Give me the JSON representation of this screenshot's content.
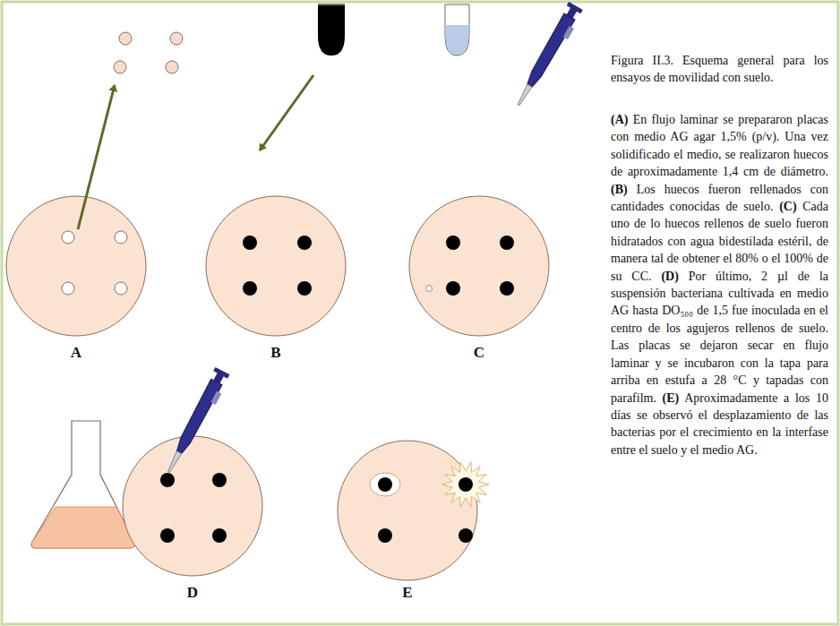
{
  "diagram": {
    "caption": "Figura II.3. Esquema general para los ensayos de movilidad con suelo.",
    "labels": [
      "A",
      "B",
      "C",
      "D",
      "E",
      "(A)",
      "En flujo laminar se prepararon placas con medio AG agar 1,5% (p/v). Una vez solidificado el medio, se realizaron huecos de aproximadamente 1,4 cm de diámetro.",
      "(B)",
      "Los huecos fueron rellenados con cantidades conocidas de suelo.",
      "(C)",
      "Cada uno de lo huecos rellenos de suelo fueron hidratados con agua bidestilada estéril, de manera tal de obtener el 80% o el 100% de su CC.",
      "(D)",
      "Por último, 2 µl de la suspensión bacteriana cultivada en medio AG hasta DO₅₀₀ de 1,5 fue inoculada en el centro de los agujeros rellenos de suelo. Las placas se dejaron secar en flujo laminar y se incubaron con la tapa para arriba en estufa a 28 °C y tapadas con parafilm.",
      "(E)",
      "Aproximadamente a los 10 días se observó el desplazamiento de las bacterias por el crecimiento en la interfase entre el suelo y el medio AG."
    ]
  }
}
